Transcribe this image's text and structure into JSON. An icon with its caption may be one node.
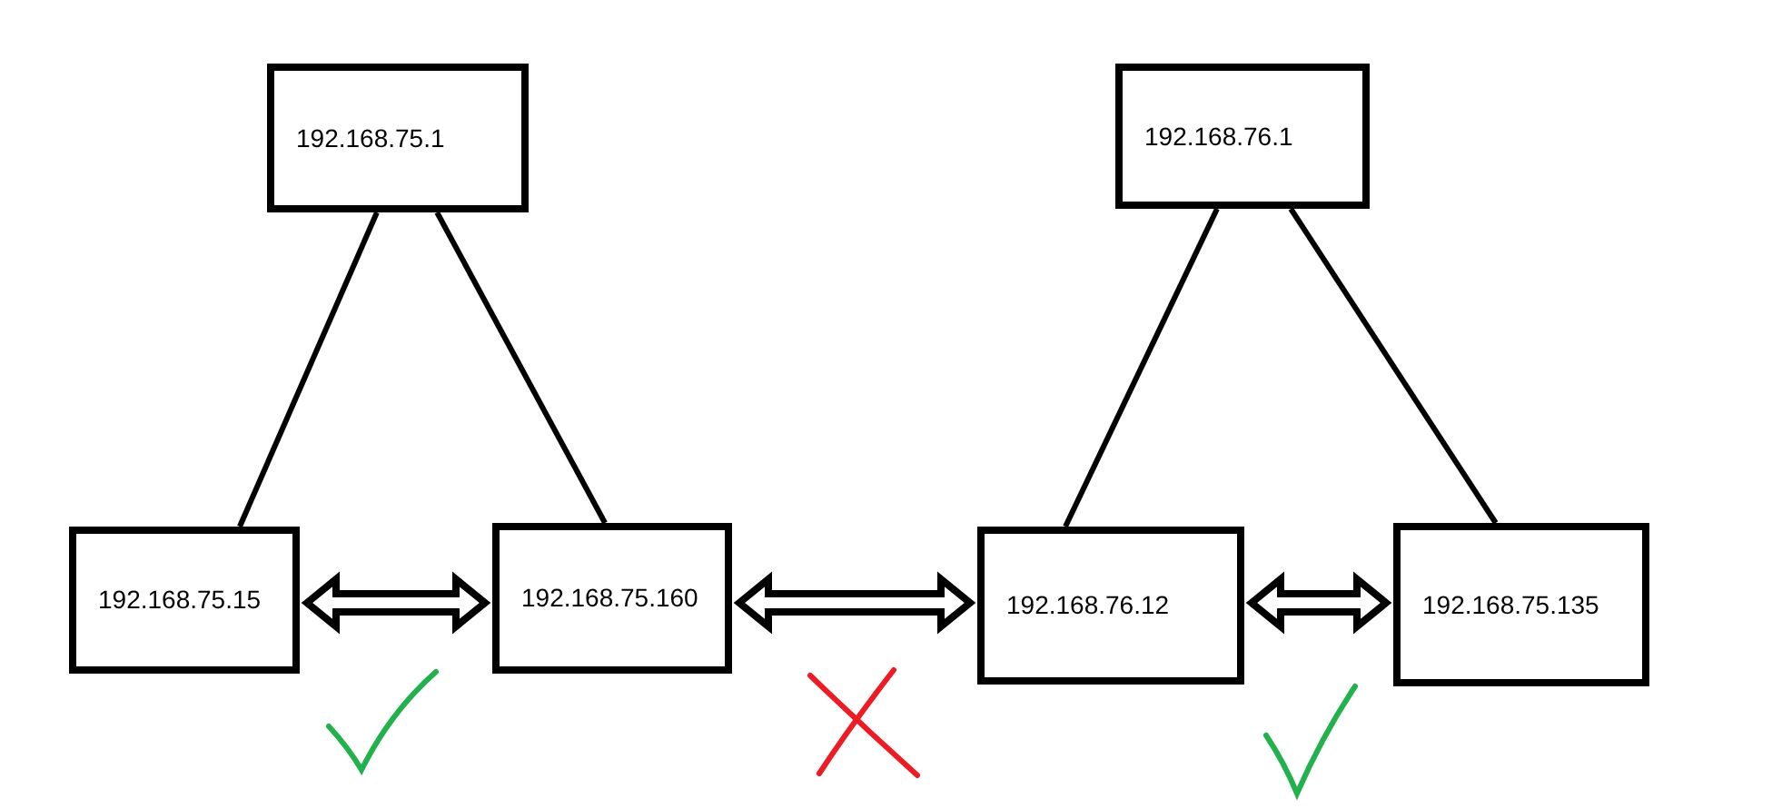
{
  "diagram": {
    "nodes": [
      {
        "text": [
          "192.168.75.1"
        ]
      },
      {
        "text": [
          "192.168.75.15"
        ]
      },
      {
        "text": [
          "192.168.75.160"
        ]
      },
      {
        "text": [
          "192.168.76.1"
        ]
      },
      {
        "text": [
          "192.168.76.12"
        ]
      },
      {
        "text": [
          "192.168.75.135"
        ]
      }
    ],
    "edges": [
      {
        "from": 0,
        "to": 1,
        "arrow": "none"
      },
      {
        "from": 0,
        "to": 2,
        "arrow": "none"
      },
      {
        "from": 3,
        "to": 4,
        "arrow": "none"
      },
      {
        "from": 3,
        "to": 5,
        "arrow": "none"
      },
      {
        "from": 1,
        "to": 2,
        "arrow": "both",
        "style": "thick"
      },
      {
        "from": 2,
        "to": 4,
        "arrow": "both",
        "style": "thick"
      },
      {
        "from": 4,
        "to": 5,
        "arrow": "both",
        "style": "thick"
      }
    ]
  }
}
